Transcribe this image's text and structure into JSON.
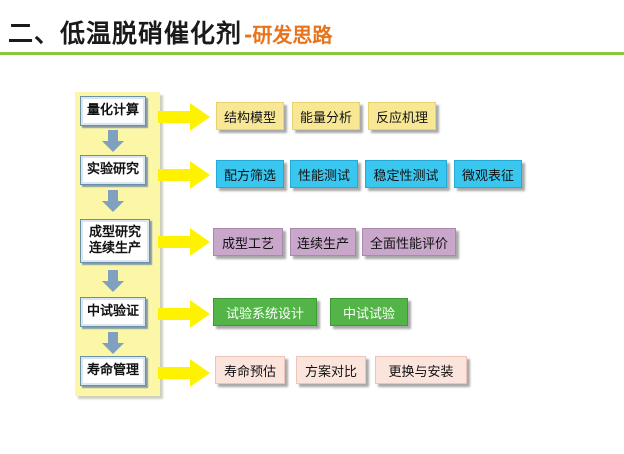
{
  "title": {
    "main": "二、低温脱硝催化剂",
    "sub": "-研发思路"
  },
  "steps": [
    {
      "label": "量化计算",
      "tags": [
        "结构模型",
        "能量分析",
        "反应机理"
      ]
    },
    {
      "label": "实验研究",
      "tags": [
        "配方筛选",
        "性能测试",
        "稳定性测试",
        "微观表征"
      ]
    },
    {
      "label": "成型研究\n连续生产",
      "tags": [
        "成型工艺",
        "连续生产",
        "全面性能评价"
      ]
    },
    {
      "label": "中试验证",
      "tags": [
        "试验系统设计",
        "中试试验"
      ]
    },
    {
      "label": "寿命管理",
      "tags": [
        "寿命预估",
        "方案对比",
        "更换与安装"
      ]
    }
  ],
  "colors": {
    "title_accent": "#e8731a",
    "title_rule": "#8cc63f",
    "panel": "#fbf7a6",
    "arrow": "#fff200",
    "down_arrow": "#7fa0bf",
    "row_tags": [
      "#f8e896",
      "#39c6ef",
      "#c9a7cb",
      "#53b548",
      "#fbe4dc"
    ]
  }
}
